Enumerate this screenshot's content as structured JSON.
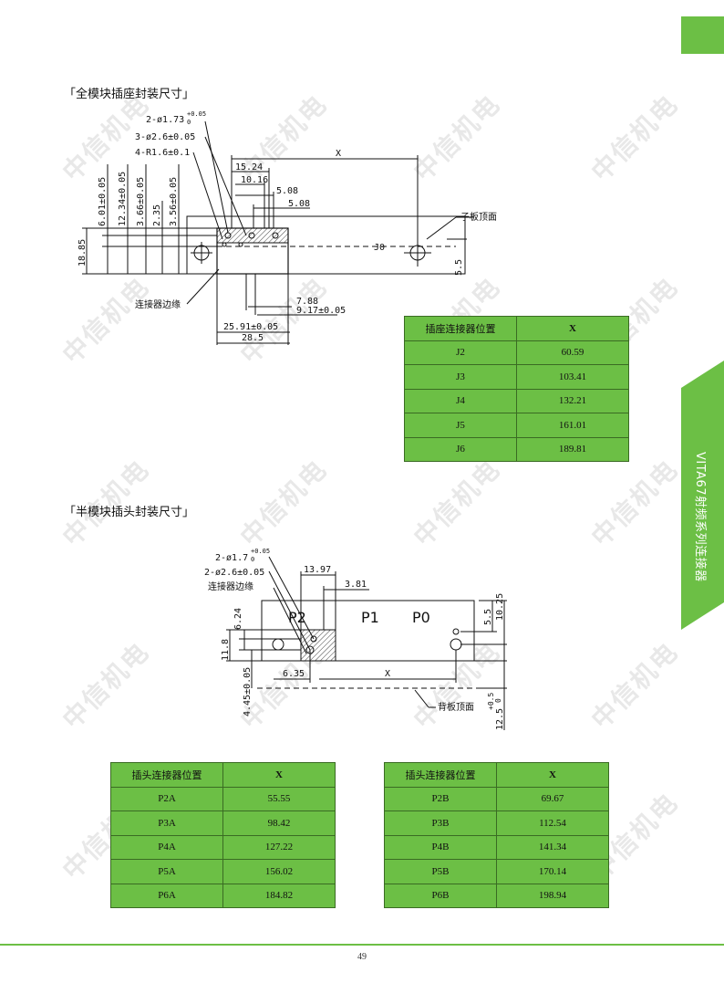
{
  "side_tab": {
    "label": "VITA67射频系列连接器"
  },
  "section1": {
    "heading": "「全模块插座封装尺寸」",
    "dims": {
      "hole2": "2-ø1.73",
      "hole2_tol": "+0.05",
      "hole2_tol2": "0",
      "hole3": "3-ø2.6±0.05",
      "radius": "4-R1.6±0.1",
      "x": "X",
      "d1524": "15.24",
      "d1016": "10.16",
      "d508a": "5.08",
      "d508b": "5.08",
      "v601": "6.01±0.05",
      "v1234": "12.34±0.05",
      "v366": "3.66±0.05",
      "v235": "2.35",
      "v356": "3.56±0.05",
      "v1885": "18.85",
      "v55": "5.5",
      "d788": "7.88",
      "d917": "9.17±0.05",
      "d2591": "25.91±0.05",
      "d285": "28.5",
      "j0": "J0"
    },
    "callouts": {
      "daughter_top": "子板顶面",
      "edge": "连接器边缘"
    },
    "table": {
      "headers": [
        "插座连接器位置",
        "X"
      ],
      "rows": [
        [
          "J2",
          "60.59"
        ],
        [
          "J3",
          "103.41"
        ],
        [
          "J4",
          "132.21"
        ],
        [
          "J5",
          "161.01"
        ],
        [
          "J6",
          "189.81"
        ]
      ]
    }
  },
  "section2": {
    "heading": "「半模块插头封装尺寸」",
    "dims": {
      "hole2": "2-ø1.7",
      "hole2_tol": "+0.05",
      "hole2_tol2": "0",
      "hole3": "2-ø2.6±0.05",
      "d1397": "13.97",
      "d381": "3.81",
      "v624": "6.24",
      "v118": "11.8",
      "v445": "4.45±0.05",
      "d635": "6.35",
      "x": "X",
      "v55": "5.5",
      "v1025": "10.25",
      "v125": "12.5",
      "v125_tol": "+0.5",
      "v125_tol2": "0",
      "p2": "P2",
      "p1": "P1",
      "p0": "P0"
    },
    "callouts": {
      "edge": "连接器边缘",
      "back_top": "背板顶面"
    },
    "table_a": {
      "headers": [
        "插头连接器位置",
        "X"
      ],
      "rows": [
        [
          "P2A",
          "55.55"
        ],
        [
          "P3A",
          "98.42"
        ],
        [
          "P4A",
          "127.22"
        ],
        [
          "P5A",
          "156.02"
        ],
        [
          "P6A",
          "184.82"
        ]
      ]
    },
    "table_b": {
      "headers": [
        "插头连接器位置",
        "X"
      ],
      "rows": [
        [
          "P2B",
          "69.67"
        ],
        [
          "P3B",
          "112.54"
        ],
        [
          "P4B",
          "141.34"
        ],
        [
          "P5B",
          "170.14"
        ],
        [
          "P6B",
          "198.94"
        ]
      ]
    }
  },
  "watermark": "中信机电",
  "page_number": "49",
  "colors": {
    "accent": "#6cbf45",
    "table_border": "#3a6b23"
  }
}
